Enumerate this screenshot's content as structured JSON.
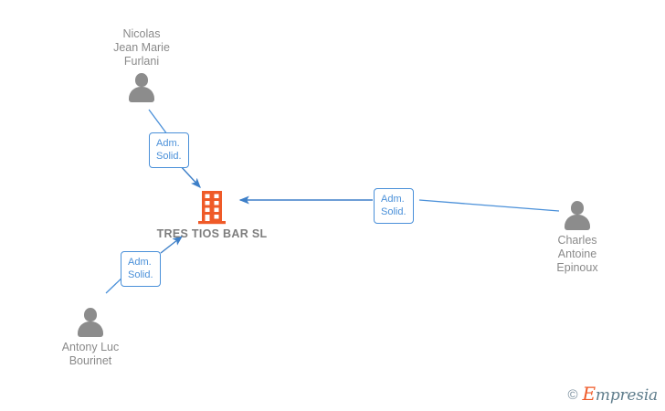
{
  "diagram": {
    "title": "TRES TIOS BAR SL corporate relationship diagram",
    "background_color": "#ffffff",
    "accent_company_color": "#ef5a28",
    "accent_edge_color": "#4a90d9",
    "person_color": "#8c8c8c",
    "label_color": "#8a8a8a"
  },
  "company": {
    "name": "TRES TIOS  BAR  SL",
    "name_line1": "TRES TIOS",
    "name_line2": "BAR  SL",
    "icon": "building-icon",
    "color": "#ef5a28"
  },
  "people": [
    {
      "id": "nicolas",
      "name": "Nicolas\nJean Marie\nFurlani",
      "icon": "person-icon",
      "label_position": "above"
    },
    {
      "id": "charles",
      "name": "Charles\nAntoine\nEpinoux",
      "icon": "person-icon",
      "label_position": "below"
    },
    {
      "id": "antony",
      "name": "Antony Luc\nBourinet",
      "icon": "person-icon",
      "label_position": "below"
    }
  ],
  "relations": [
    {
      "id": "nicolas-to-company",
      "label": "Adm.\nSolid.",
      "label_line1": "Adm.",
      "label_line2": "Solid.",
      "from": "nicolas",
      "to": "company"
    },
    {
      "id": "charles-to-company",
      "label": "Adm.\nSolid.",
      "label_line1": "Adm.",
      "label_line2": "Solid.",
      "from": "charles",
      "to": "company"
    },
    {
      "id": "antony-to-company",
      "label": "Adm.\nSolid.",
      "label_line1": "Adm.",
      "label_line2": "Solid.",
      "from": "antony",
      "to": "company"
    }
  ],
  "watermark": {
    "copyright": "©",
    "brand_initial": "E",
    "brand_rest": "mpresia"
  }
}
